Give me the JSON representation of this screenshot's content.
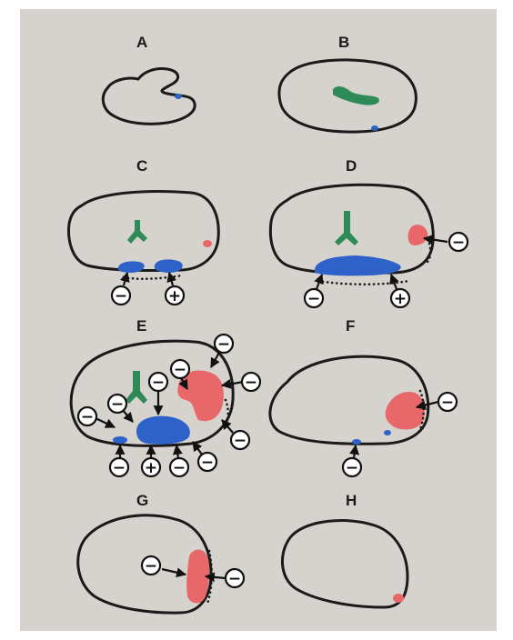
{
  "panels": {
    "a": {
      "label": "A"
    },
    "b": {
      "label": "B"
    },
    "c": {
      "label": "C",
      "badges": [
        "−",
        "+"
      ]
    },
    "d": {
      "label": "D",
      "badges": [
        "−",
        "−",
        "+"
      ]
    },
    "e": {
      "label": "E",
      "badges": [
        "−",
        "−",
        "−",
        "−",
        "−",
        "−",
        "−",
        "−",
        "+",
        "−",
        "−"
      ]
    },
    "f": {
      "label": "F",
      "badges": [
        "−",
        "−"
      ]
    },
    "g": {
      "label": "G",
      "badges": [
        "−",
        "−"
      ]
    },
    "h": {
      "label": "H"
    }
  },
  "colors": {
    "background": "#d6d3ce",
    "outline": "#1a1a1a",
    "green": "#2e8b57",
    "blue": "#2f62c8",
    "red": "#e8686a"
  }
}
